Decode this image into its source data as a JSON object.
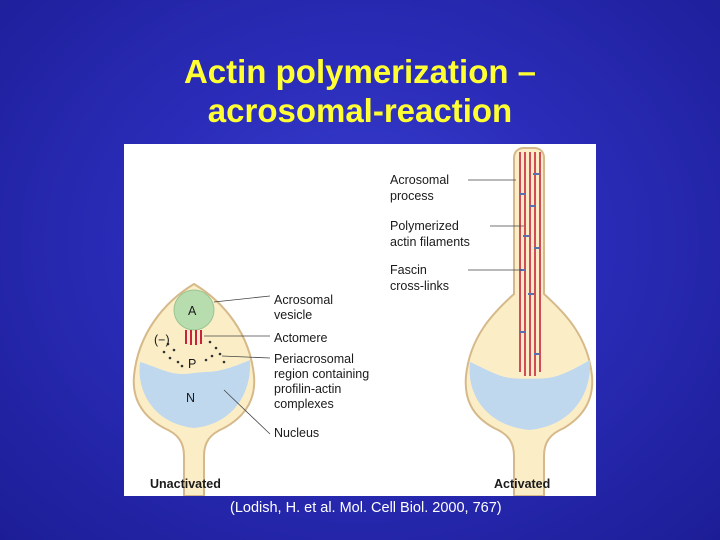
{
  "title": {
    "line1": "Actin polymerization –",
    "line2": "acrosomal-reaction"
  },
  "figure": {
    "left_cell": {
      "acrosome_letter": "A",
      "minus_label": "(−)",
      "periacrosomal_letter": "P",
      "nucleus_letter": "N",
      "caption": "Unactivated"
    },
    "right_cell": {
      "caption": "Activated"
    },
    "labels": {
      "acrosomal_vesicle": [
        "Acrosomal",
        "vesicle"
      ],
      "actomere": [
        "Actomere"
      ],
      "periacrosomal": [
        "Periacrosomal",
        "region containing",
        "profilin-actin",
        "complexes"
      ],
      "nucleus": [
        "Nucleus"
      ],
      "acrosomal_process": [
        "Acrosomal",
        "process"
      ],
      "polymerized_filaments": [
        "Polymerized",
        "actin filaments"
      ],
      "fascin": [
        "Fascin",
        "cross-links"
      ]
    },
    "colors": {
      "cell_fill": "#fbeec7",
      "cell_outline": "#d6b98a",
      "nucleus_fill": "#bfd8ee",
      "vesicle_fill": "#b7dcae",
      "filament": "#c8233c",
      "fascin": "#5a6fb0"
    }
  },
  "citation": "(Lodish, H. et al. Mol. Cell Biol. 2000, 767)"
}
